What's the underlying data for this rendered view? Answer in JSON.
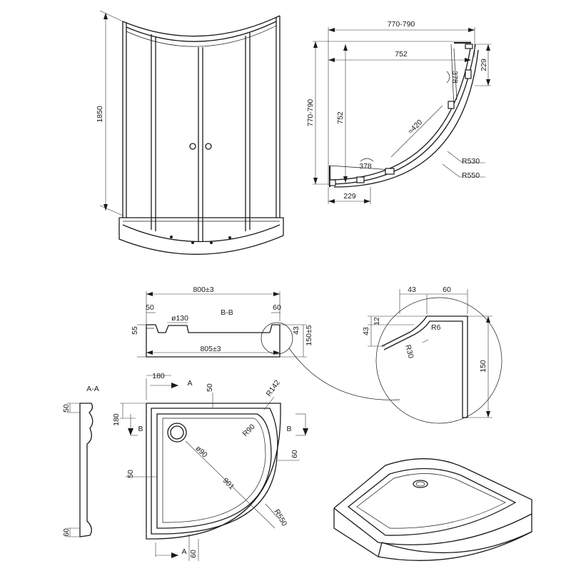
{
  "enclosure_elevation": {
    "height": "1850"
  },
  "enclosure_plan": {
    "width_top": "770-790",
    "inner_top": "752",
    "height_left": "770-790",
    "inner_left": "752",
    "door_top_right": "229",
    "door_bottom": "229",
    "opening_right": "378",
    "opening_bottom": "378",
    "diagonal": "≈420",
    "radius_inner": "R530",
    "radius_outer": "R550"
  },
  "tray_section": {
    "label": "B-B",
    "width_top": "800±3",
    "width_bottom": "805±3",
    "rim_left": "50",
    "rim_right": "60",
    "drain": "ø130",
    "left_height": "55",
    "right_height": "43",
    "total_height": "150±5"
  },
  "detail": {
    "top_a": "43",
    "top_b": "60",
    "h12": "12",
    "h43": "43",
    "r6": "R6",
    "r30": "R30",
    "h150": "150"
  },
  "tray_plan": {
    "section_label": "A-A",
    "marker_a": "A",
    "marker_b": "B",
    "dim_180_top": "180",
    "dim_50_top": "50",
    "r142": "R142",
    "dim_180_left": "180",
    "r90": "R90",
    "drain_dia": "ø90",
    "dim_60_right": "60",
    "dim_50_left": "50",
    "diag_901": "901",
    "r550": "R550",
    "dim_60_bottom": "60",
    "aa_50": "50",
    "aa_60": "60"
  }
}
